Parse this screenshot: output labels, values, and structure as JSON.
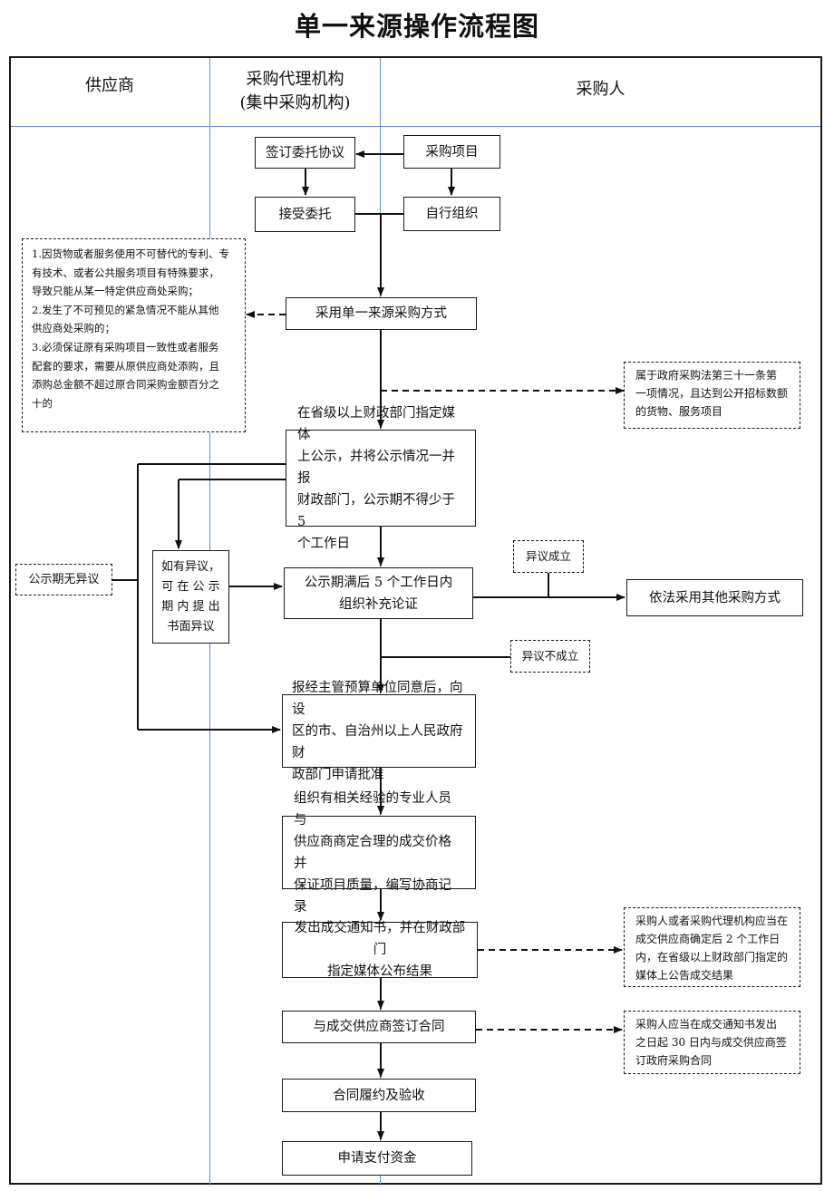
{
  "title": "单一来源操作流程图",
  "lanes": {
    "supplier": "供应商",
    "agency_line1": "采购代理机构",
    "agency_line2": "(集中采购机构)",
    "purchaser": "采购人"
  },
  "nodes": {
    "sign_entrust": "签订委托协议",
    "purchase_project": "采购项目",
    "accept_entrust": "接受委托",
    "self_organize": "自行组织",
    "adopt_single_source": "采用单一来源采购方式",
    "publicize_l1": "在省级以上财政部门指定媒体",
    "publicize_l2": "上公示，并将公示情况一并报",
    "publicize_l3": "财政部门，公示期不得少于 5",
    "publicize_l4": "个工作日",
    "objection_l1": "如有异议，",
    "objection_l2": "可 在 公 示",
    "objection_l3": "期 内 提 出",
    "objection_l4": "书面异议",
    "supplementary_l1": "公示期满后 5 个工作日内",
    "supplementary_l2": "组织补充论证",
    "other_method": "依法采用其他采购方式",
    "apply_approval_l1": "报经主管预算单位同意后，向设",
    "apply_approval_l2": "区的市、自治州以上人民政府财",
    "apply_approval_l3": "政部门申请批准",
    "negotiate_l1": "组织有相关经验的专业人员与",
    "negotiate_l2": "供应商商定合理的成交价格并",
    "negotiate_l3": "保证项目质量，编写协商记录",
    "notice_l1": "发出成交通知书，并在财政部门",
    "notice_l2": "指定媒体公布结果",
    "sign_contract": "与成交供应商签订合同",
    "perform_accept": "合同履约及验收",
    "apply_payment": "申请支付资金"
  },
  "notes": {
    "conditions": [
      "1.因货物或者服务使用不可替代的专利、专",
      "有技术、或者公共服务项目有特殊要求，",
      "导致只能从某一特定供应商处采购；",
      "2.发生了不可预见的紧急情况不能从其他",
      "供应商处采购的；",
      "3.必须保证原有采购项目一致性或者服务",
      "配套的要求，需要从原供应商处添购，且",
      "添购总金额不超过原合同采购金额百分之",
      "十的"
    ],
    "law_article": [
      "属于政府采购法第三十一条第",
      "一项情况，且达到公开招标数额",
      "的货物、服务项目"
    ],
    "no_objection": "公示期无异议",
    "objection_upheld": "异议成立",
    "objection_rejected": "异议不成立",
    "announce_rule": [
      "采购人或者采购代理机构应当在",
      "成交供应商确定后 2 个工作日",
      "内，在省级以上财政部门指定的",
      "媒体上公告成交结果"
    ],
    "contract_rule": [
      "采购人应当在成交通知书发出",
      "之日起 30 日内与成交供应商签",
      "订政府采购合同"
    ]
  }
}
